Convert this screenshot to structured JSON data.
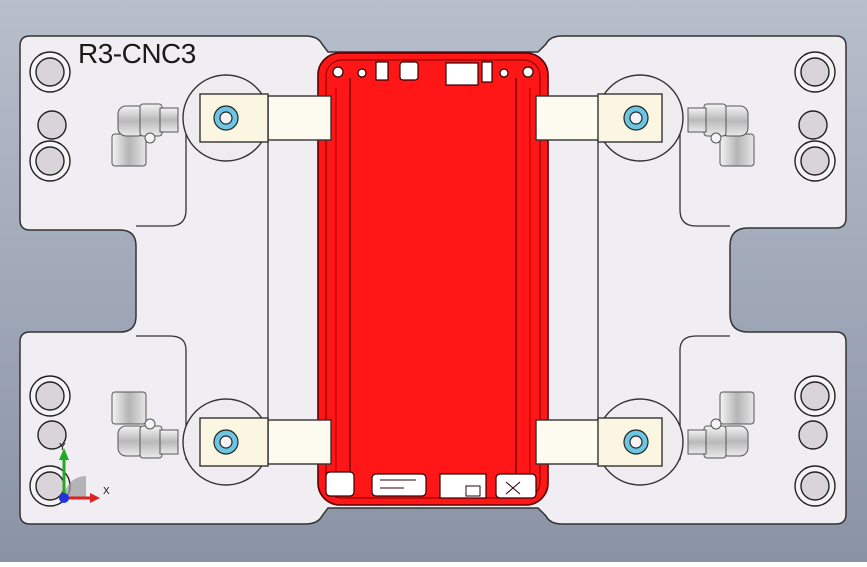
{
  "part_label": "R3-CNC3",
  "triad": {
    "y_label": "Y",
    "x_label": "X"
  },
  "colors": {
    "background_top": "#b4bccb",
    "background_bottom": "#8e97a8",
    "plate": "#f1eef3",
    "workpiece": "#ff1a1a",
    "clamp_arm": "#fbf7e6",
    "bolt_ring": "#6cc6e3"
  },
  "icons": [
    "fitting-icon",
    "bolt-hole-icon",
    "clamp-icon",
    "axis-triad-icon"
  ]
}
